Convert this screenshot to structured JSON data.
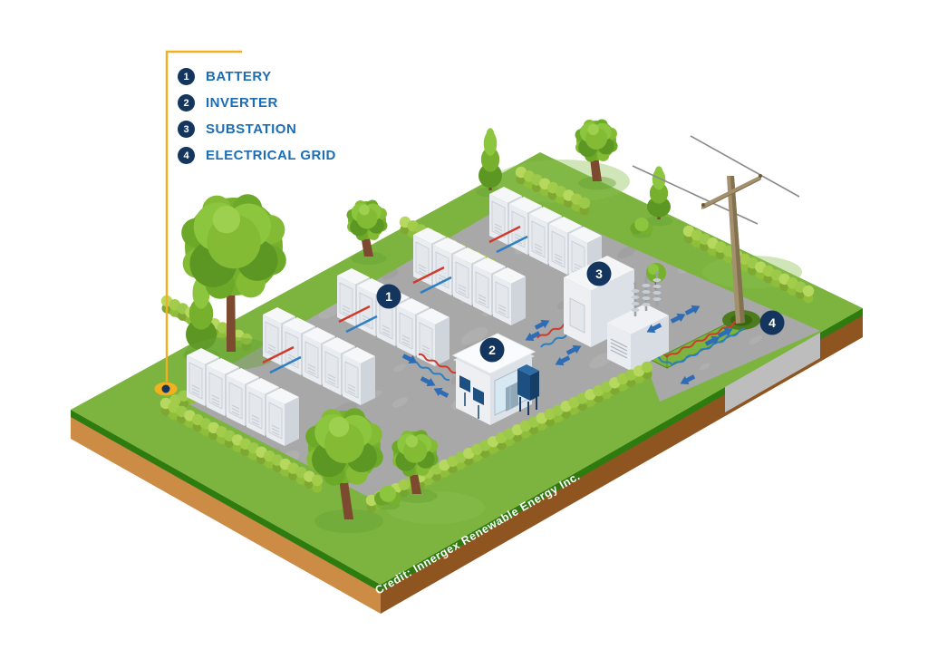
{
  "legend": {
    "items": [
      {
        "number": "1",
        "label": "BATTERY"
      },
      {
        "number": "2",
        "label": "INVERTER"
      },
      {
        "number": "3",
        "label": "SUBSTATION"
      },
      {
        "number": "4",
        "label": "ELECTRICAL GRID"
      }
    ]
  },
  "credit": {
    "text": "Credit: Innergex Renewable Energy Inc."
  },
  "colors": {
    "legend_text": "#1B6DB6",
    "marker": "#14355D",
    "leader_yellow": "#F2B01E",
    "grass": "#7DB440",
    "grass_rim": "#2E7C10",
    "soil_light": "#CD8C46",
    "soil_dark": "#8F5520",
    "pavement": "#A8A8A8",
    "hedge": "#A9CF4E",
    "cable_red": "#D03A2C",
    "cable_blue": "#2B7FC2",
    "arrow": "#2E6CB5",
    "foliage": "#76B02C",
    "trunk": "#7C4A2E",
    "pole_wood": "#A3906C",
    "cabinet_white": "#E9ECF0",
    "building_white": "#F3F5F7",
    "equipment_navy": "#1D4F80"
  }
}
